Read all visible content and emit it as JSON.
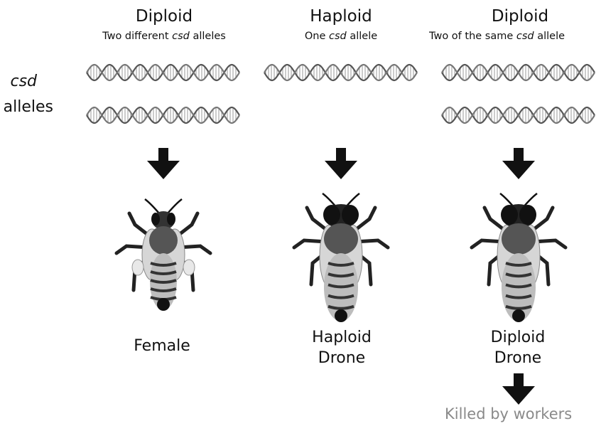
{
  "columns": [
    {
      "title": "Diploid",
      "subtitle_pre": "Two different ",
      "subtitle_em": "csd",
      "subtitle_post": " alleles",
      "outcome_line1": "Female",
      "outcome_line2": ""
    },
    {
      "title": "Haploid",
      "subtitle_pre": "One ",
      "subtitle_em": "csd",
      "subtitle_post": " allele",
      "outcome_line1": "Haploid",
      "outcome_line2": "Drone"
    },
    {
      "title": "Diploid",
      "subtitle_pre": "Two of the same ",
      "subtitle_em": "csd",
      "subtitle_post": " allele",
      "outcome_line1": "Diploid",
      "outcome_line2": "Drone"
    }
  ],
  "row_label": {
    "line1": "csd",
    "line2": "alleles"
  },
  "final_outcome": "Killed by workers",
  "colors": {
    "text": "#111111",
    "killed": "#8a8a8a",
    "arrow": "#111111",
    "dna": "#6a6a6a"
  },
  "icons": [
    "dna-helix-icon",
    "down-arrow-icon",
    "honeybee-icon"
  ]
}
